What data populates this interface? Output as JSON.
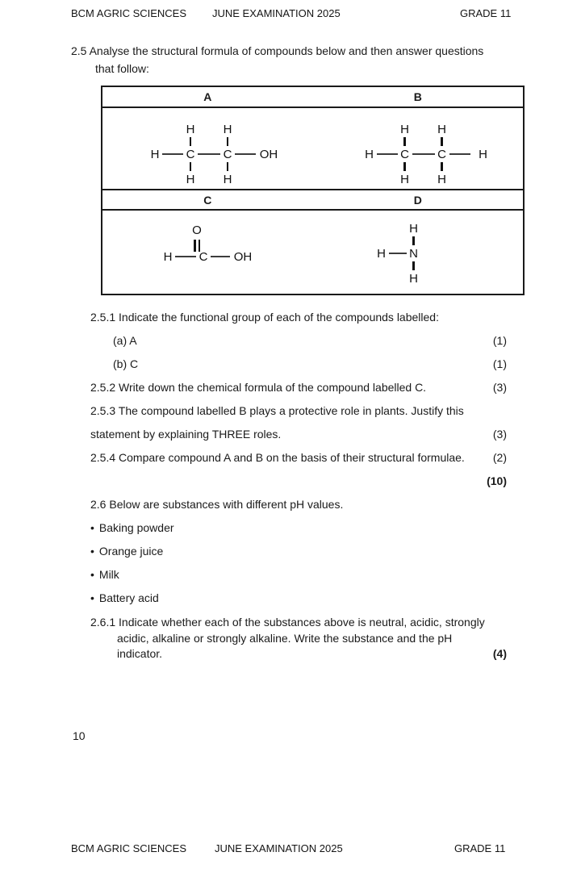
{
  "colors": {
    "background": "#ffffff",
    "text": "#1a1a1a",
    "border": "#1a1a1a"
  },
  "header": {
    "left": "BCM AGRIC SCIENCES",
    "center": "JUNE EXAMINATION 2025",
    "right": "GRADE 11"
  },
  "footer": {
    "left": "BCM AGRIC SCIENCES",
    "center": "JUNE EXAMINATION 2025",
    "right": "GRADE 11"
  },
  "page_number": "10",
  "intro": {
    "line1": "2.5 Analyse the structural formula of compounds below and then answer questions",
    "line2": "that follow:"
  },
  "compound_table": {
    "header_row1": [
      "A",
      "B"
    ],
    "header_row2": [
      "C",
      "D"
    ],
    "structures": {
      "A": {
        "top1": "H",
        "top2": "H",
        "m1": "H",
        "m2": "C",
        "m3": "C",
        "m4": "OH",
        "bot1": "H",
        "bot2": "H"
      },
      "B": {
        "top1": "H",
        "top2": "H",
        "m1": "H",
        "m2": "C",
        "m3": "C",
        "m4": "H",
        "bot1": "H",
        "bot2": "H"
      },
      "C": {
        "o": "O",
        "m1": "H",
        "m2": "C",
        "m3": "OH"
      },
      "D": {
        "top": "H",
        "m1": "H",
        "m2": "N",
        "bot": "H"
      }
    }
  },
  "questions": {
    "q251": {
      "text": "2.5.1 Indicate the functional group of each of the compounds labelled:"
    },
    "q251a": {
      "text": "(a) A",
      "mark": "(1)"
    },
    "q251b": {
      "text": "(b) C",
      "mark": "(1)"
    },
    "q252": {
      "text": "2.5.2 Write down the chemical formula of the compound labelled C.",
      "mark": "(3)"
    },
    "q253": {
      "line1": "2.5.3 The compound labelled B plays a protective role in plants. Justify this",
      "line2": "statement by explaining THREE roles.",
      "mark": "(3)"
    },
    "q254": {
      "text": "2.5.4 Compare compound A and B on the basis of their structural formulae.",
      "mark": "(2)"
    },
    "subtotal": "(10)",
    "q26": {
      "text": "2.6 Below are substances with different pH values."
    },
    "bullet_char": "•",
    "substances": [
      "Baking powder",
      "Orange juice",
      "Milk",
      "Battery acid"
    ],
    "q261": {
      "line1": "2.6.1 Indicate whether each of the substances above is neutral, acidic, strongly",
      "line2": "acidic, alkaline or strongly alkaline. Write the substance and the pH",
      "line3": "indicator.",
      "mark": "(4)"
    }
  }
}
